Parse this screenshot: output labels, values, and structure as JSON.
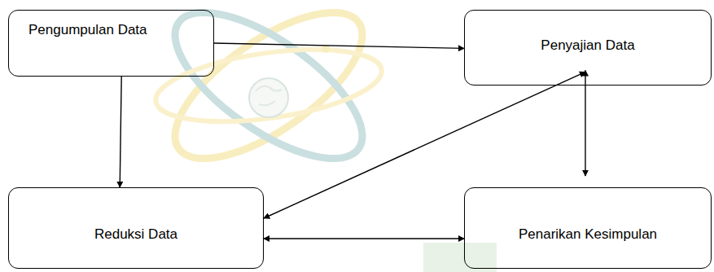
{
  "diagram": {
    "nodes": [
      {
        "text": [
          "Pengumpulan Data"
        ]
      },
      {
        "text": [
          "Penyajian Data"
        ]
      },
      {
        "text": [
          "Reduksi Data"
        ]
      },
      {
        "text": [
          "Penarikan Kesimpulan"
        ]
      }
    ],
    "edges": [
      {
        "from": 0,
        "to": 1,
        "arrow": "to"
      },
      {
        "from": 0,
        "to": 2,
        "arrow": "to"
      },
      {
        "from": 2,
        "to": 1,
        "arrow": "both"
      },
      {
        "from": 1,
        "to": 3,
        "arrow": "both"
      },
      {
        "from": 2,
        "to": 3,
        "arrow": "both"
      }
    ]
  }
}
